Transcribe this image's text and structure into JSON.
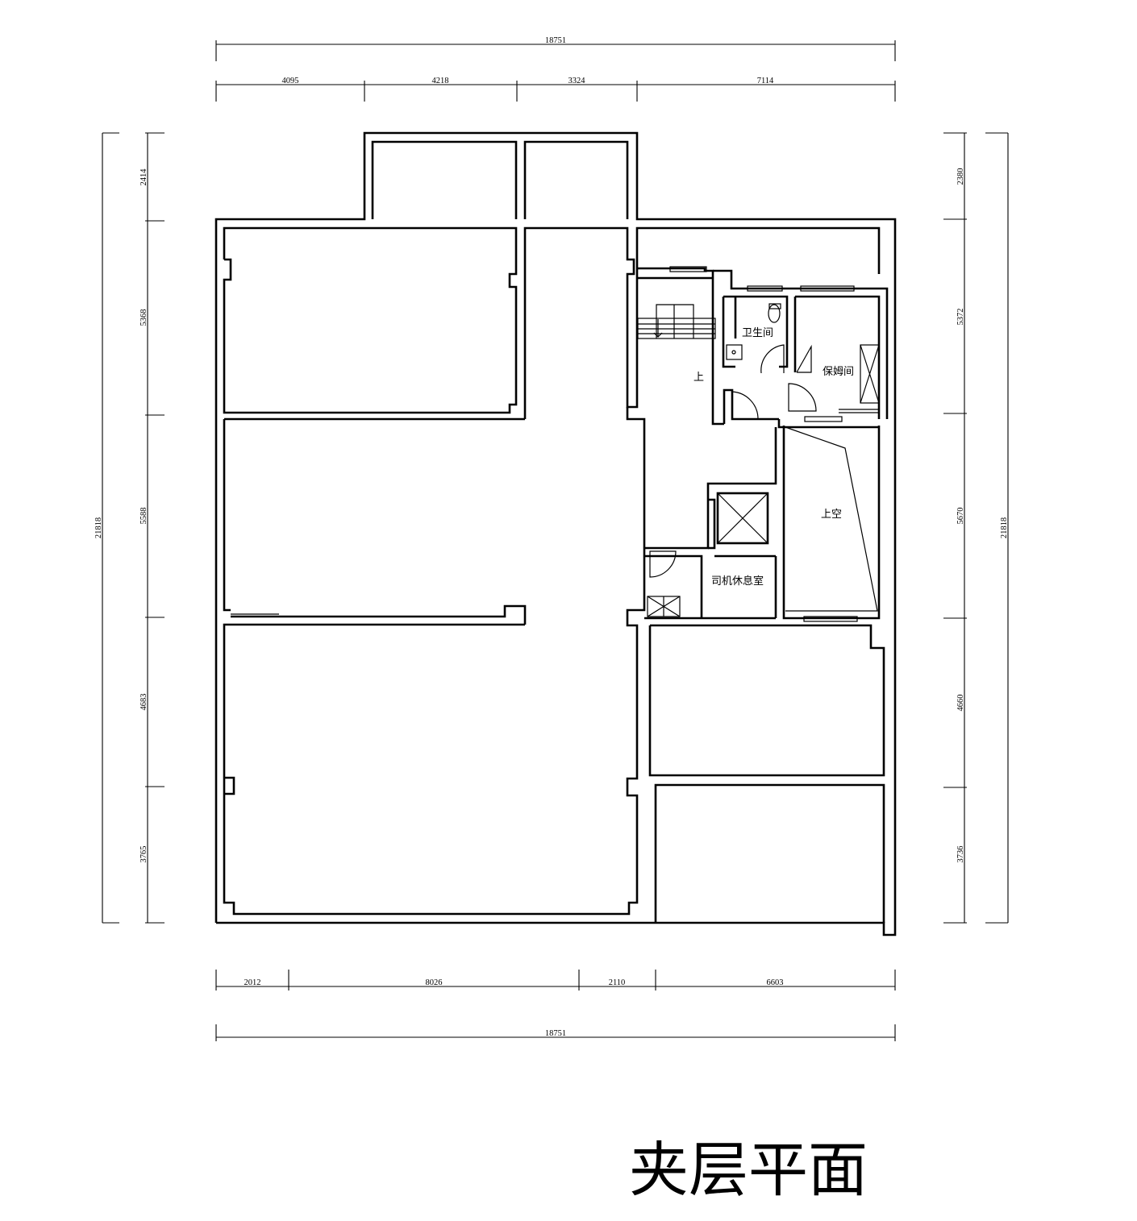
{
  "drawing": {
    "title": "夹层平面"
  },
  "dimensions": {
    "top_total": "18751",
    "top_segments": [
      "4095",
      "4218",
      "3324",
      "7114"
    ],
    "bottom_segments": [
      "2012",
      "8026",
      "2110",
      "6603"
    ],
    "bottom_total": "18751",
    "left_total": "21818",
    "left_segments": [
      "2414",
      "5368",
      "5588",
      "4683",
      "3765"
    ],
    "right_total": "21818",
    "right_segments": [
      "2380",
      "5372",
      "5670",
      "4660",
      "3736"
    ]
  },
  "rooms": {
    "bathroom": "卫生间",
    "nanny_room": "保姆间",
    "stair_up": "上",
    "void": "上空",
    "driver_lounge": "司机休息室"
  }
}
